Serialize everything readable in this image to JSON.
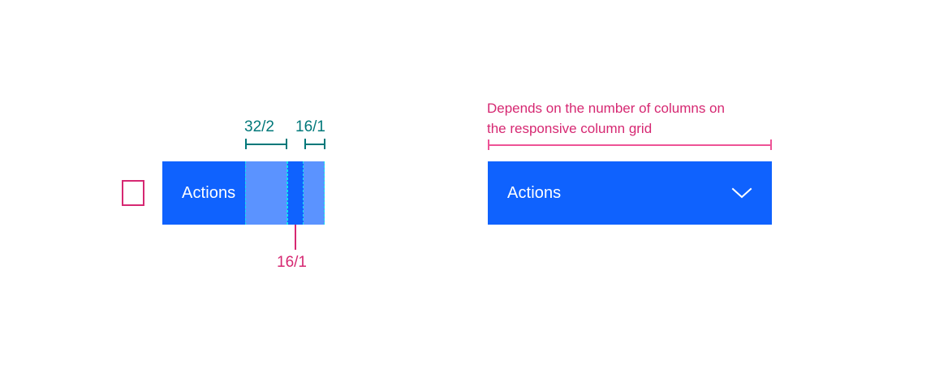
{
  "spec": {
    "button": {
      "label": "Actions",
      "chevron_icon": "chevron-down-icon",
      "fill_color": "#0f62fe",
      "text_color": "#ffffff",
      "overlay_color": "#5b93ff",
      "overlay_divider_color": "#13e0f0"
    },
    "annotations": {
      "teal_color": "#00787a",
      "magenta_color": "#d62872",
      "padding_label": "32/2",
      "trailing_label": "16/1",
      "chevron_label": "16/1"
    }
  },
  "example": {
    "note_line_1": "Depends on the number of columns on",
    "note_line_2": "the responsive column grid",
    "note_text": "Depends on the number of columns on the responsive column grid",
    "measure_color": "#ee5396",
    "button": {
      "label": "Actions",
      "chevron_icon": "chevron-down-icon",
      "fill_color": "#0f62fe",
      "text_color": "#ffffff"
    }
  }
}
